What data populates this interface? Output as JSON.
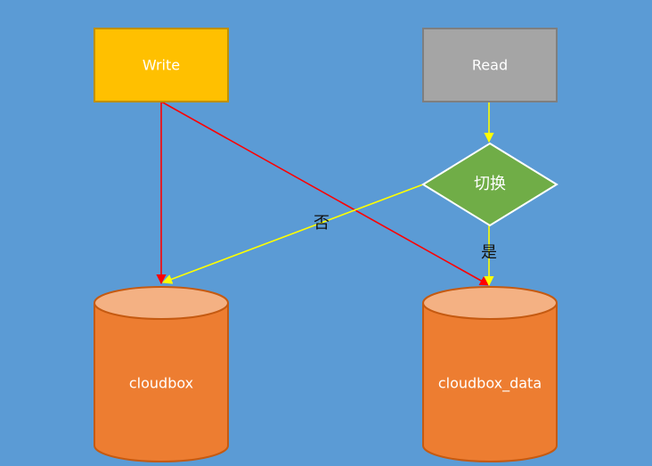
{
  "diagram": {
    "nodes": {
      "write": {
        "label": "Write",
        "fill": "#ffc000",
        "stroke": "#c09000"
      },
      "read": {
        "label": "Read",
        "fill": "#a5a5a5",
        "stroke": "#7f7f7f"
      },
      "switch": {
        "label": "切换",
        "fill": "#70ad47",
        "stroke": "#ffffff"
      },
      "cloudbox": {
        "label": "cloudbox",
        "fill": "#ed7d31",
        "top_fill": "#f4b183",
        "stroke": "#c55a11"
      },
      "cloudbox_data": {
        "label": "cloudbox_data",
        "fill": "#ed7d31",
        "top_fill": "#f4b183",
        "stroke": "#c55a11"
      }
    },
    "edges": {
      "no_label": "否",
      "yes_label": "是"
    },
    "colors": {
      "background": "#5b9bd5",
      "write_arrow": "#ff0000",
      "read_arrow": "#ffff00"
    }
  }
}
